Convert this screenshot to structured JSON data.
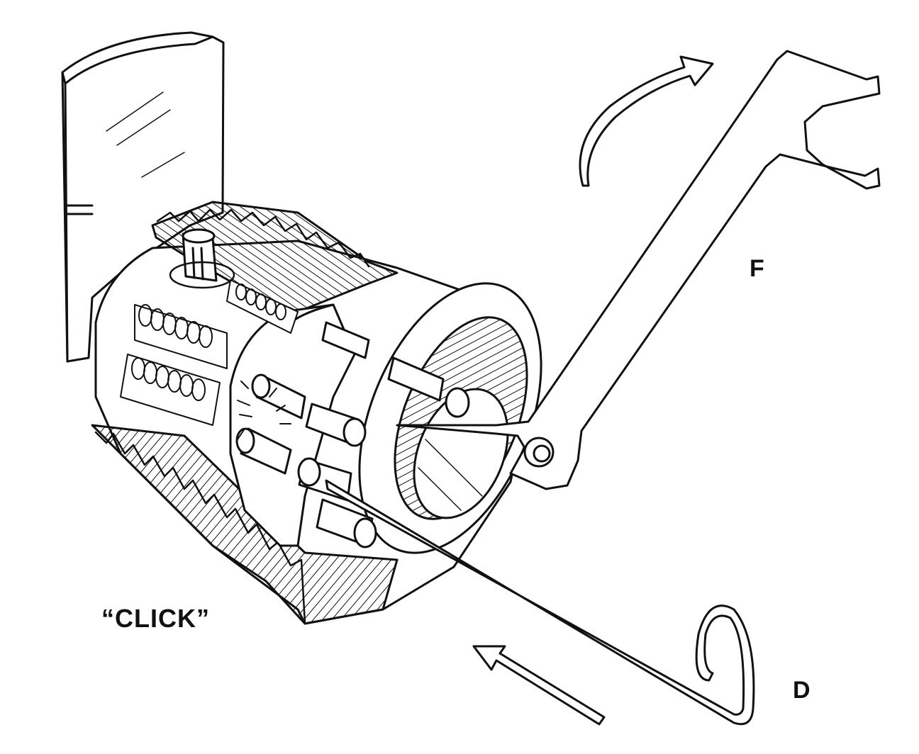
{
  "labels": {
    "tension_wrench": "F",
    "pick": "D",
    "sound": "“CLICK”"
  },
  "colors": {
    "ink": "#111111",
    "paper": "#ffffff"
  }
}
